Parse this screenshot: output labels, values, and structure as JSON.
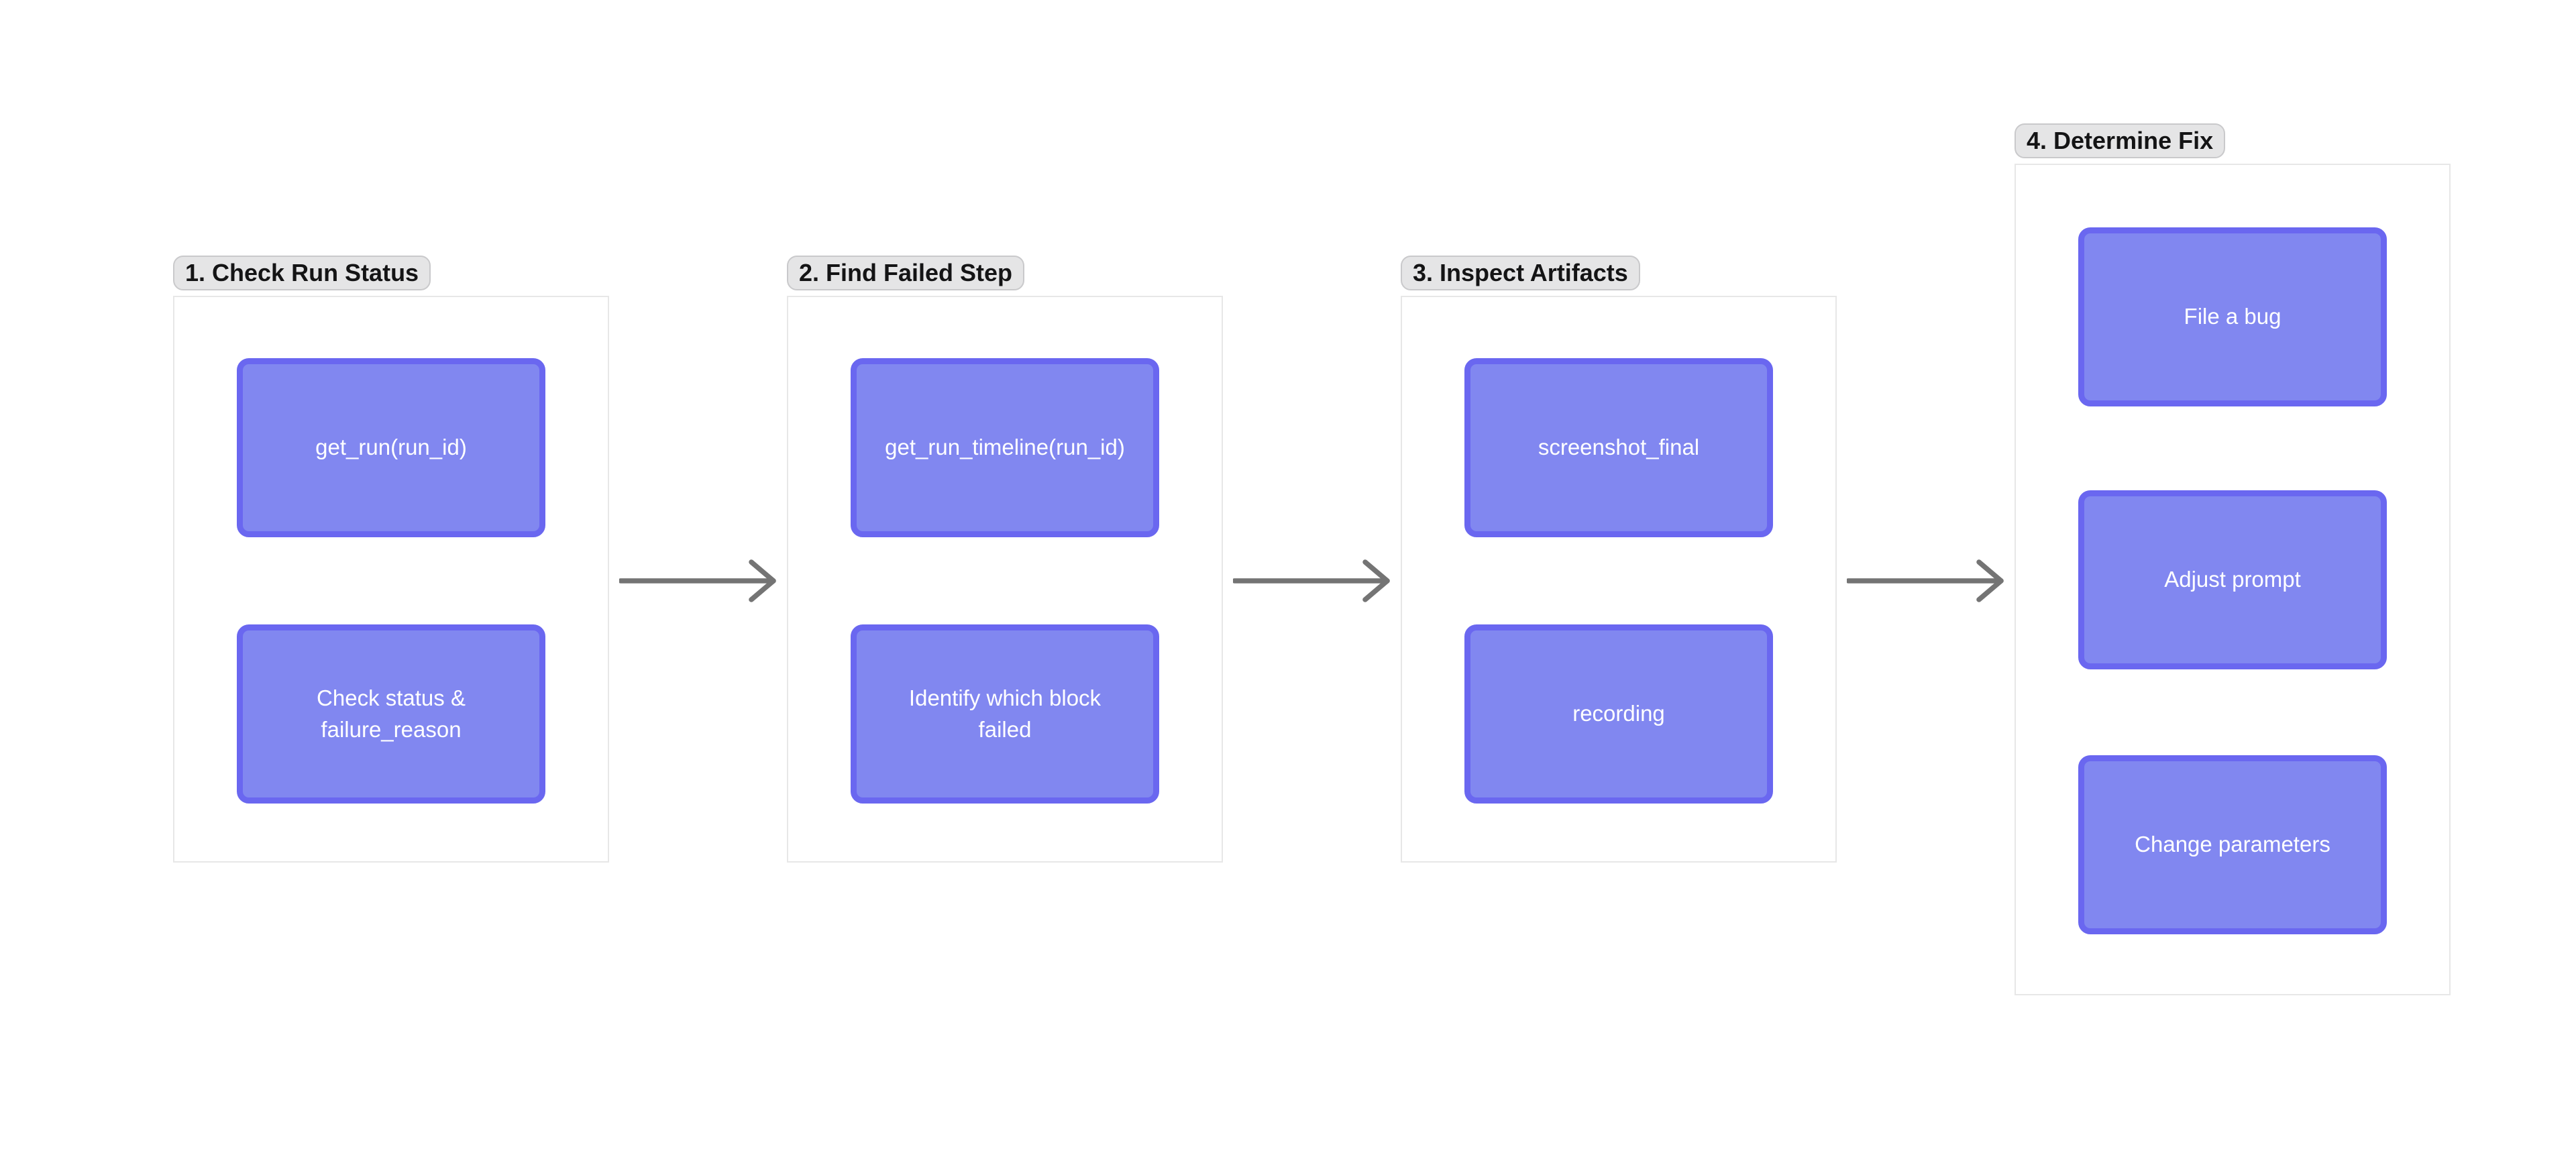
{
  "diagram": {
    "type": "flowchart",
    "background": "#ffffff",
    "groups": [
      {
        "label": "1. Check Run Status",
        "nodes": [
          "get_run(run_id)",
          "Check status &\nfailure_reason"
        ]
      },
      {
        "label": "2. Find Failed Step",
        "nodes": [
          "get_run_timeline(run_id)",
          "Identify which block\nfailed"
        ]
      },
      {
        "label": "3. Inspect Artifacts",
        "nodes": [
          "screenshot_final",
          "recording"
        ]
      },
      {
        "label": "4. Determine Fix",
        "nodes": [
          "File a bug",
          "Adjust prompt",
          "Change parameters"
        ]
      }
    ],
    "arrows": [
      {
        "from": "1. Check Run Status",
        "to": "2. Find Failed Step"
      },
      {
        "from": "2. Find Failed Step",
        "to": "3. Inspect Artifacts"
      },
      {
        "from": "3. Inspect Artifacts",
        "to": "4. Determine Fix"
      }
    ],
    "colors": {
      "node_fill": "#8187f0",
      "node_border": "#6a67f0",
      "node_text": "#ffffff",
      "label_chip_bg": "#e5e5e6",
      "label_chip_border": "#c9c9cb",
      "label_chip_text": "#141415",
      "frame_border": "#e7e7e7",
      "frame_bg": "#ffffff",
      "arrow": "#747474"
    }
  }
}
